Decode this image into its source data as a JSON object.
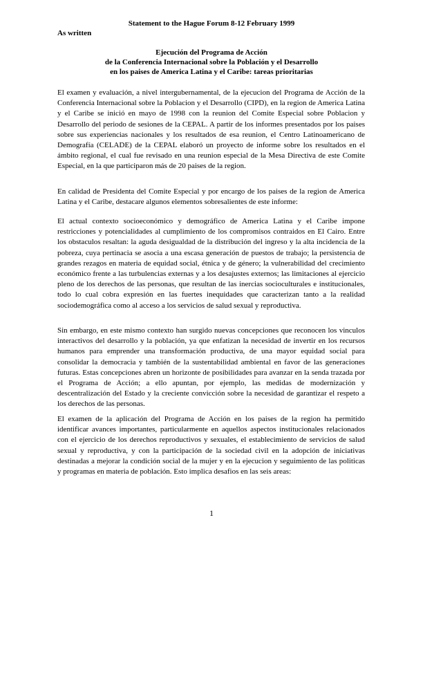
{
  "header": {
    "title": "Statement to the Hague Forum 8-12 February 1999",
    "subtitle": "As written"
  },
  "document_title": {
    "line1": "Ejecución del Programa de Acción",
    "line2": "de la Conferencia Internacional sobre la Población y el Desarrollo",
    "line3": "en los paises de America Latina y el Caribe: tareas prioritarias"
  },
  "paragraphs": [
    "El examen y evaluación, a nivel intergubernamental, de la ejecucion del Programa de Acción de la Conferencia Internacional sobre la Poblacion y el Desarrollo (CIPD), en la region de America Latina y el Caribe se inició en mayo de 1998 con la reunion del Comite Especial sobre Poblacion y Desarrollo del periodo de sesiones de la CEPAL.  A partir de los informes presentados por los paises sobre sus experiencias nacionales y los resultados de esa reunion, el Centro Latinoamericano de Demografía (CELADE) de la CEPAL elaboró un proyecto de informe sobre los resultados en el ámbito regional, el cual fue revisado en una reunion especial de la Mesa Directiva de este Comite Especial, en la que participaron más de 20 paises de la region.",
    "En calidad de Presidenta del Comite Especial y por encargo de los paises de la region de America Latina y el Caribe, destacare algunos elementos sobresalientes de este informe:",
    "El actual contexto socioeconómico y demográfico de America Latina y el Caribe impone restricciones y potencialidades al cumplimiento de los compromisos contraidos en El Cairo. Entre los obstaculos resaltan: la aguda desigualdad de la distribución del ingreso y la alta incidencia de la pobreza, cuya pertinacia se asocia a una escasa generación de puestos de trabajo; la persistencia de grandes rezagos en materia de equidad social, étnica y de género; la vulnerabilidad del crecimiento económico frente a las turbulencias externas y a los desajustes externos; las limitaciones al ejercicio pleno de los derechos de las personas, que resultan de las inercias socioculturales e institucionales, todo lo cual cobra expresión en las fuertes inequidades que caracterizan tanto a la realidad sociodemográfica como al acceso a los servicios de salud sexual y reproductiva.",
    "Sin embargo, en este mismo contexto han surgido nuevas concepciones que reconocen los vinculos interactivos del desarrollo y la población, ya que enfatizan la necesidad de invertir en los recursos humanos para emprender una transformación productiva, de una mayor equidad social para consolidar la democracia y también de la sustentabilidad ambiental en favor de las generaciones futuras. Estas concepciones abren un horizonte de posibilidades para avanzar en la senda trazada por el Programa de Acción; a ello apuntan, por ejemplo, las medidas de modernización y descentralización del Estado y la creciente convicción sobre la necesidad de garantizar el respeto a los derechos de las personas.",
    "El examen de la aplicación del Programa de Acción en los paises de la region ha permitido identificar avances importantes, particularmente en aquellos aspectos institucionales relacionados con el ejercicio de los derechos reproductivos y sexuales, el establecimiento de servicios de salud sexual y reproductiva, y con la participación de la sociedad civil en la adopción de iniciativas destinadas a mejorar la condición social de la mujer y en la ejecucion y seguimiento de las politicas y programas en materia de población. Esto implica desafios en las seis areas:"
  ],
  "page_number": "1"
}
